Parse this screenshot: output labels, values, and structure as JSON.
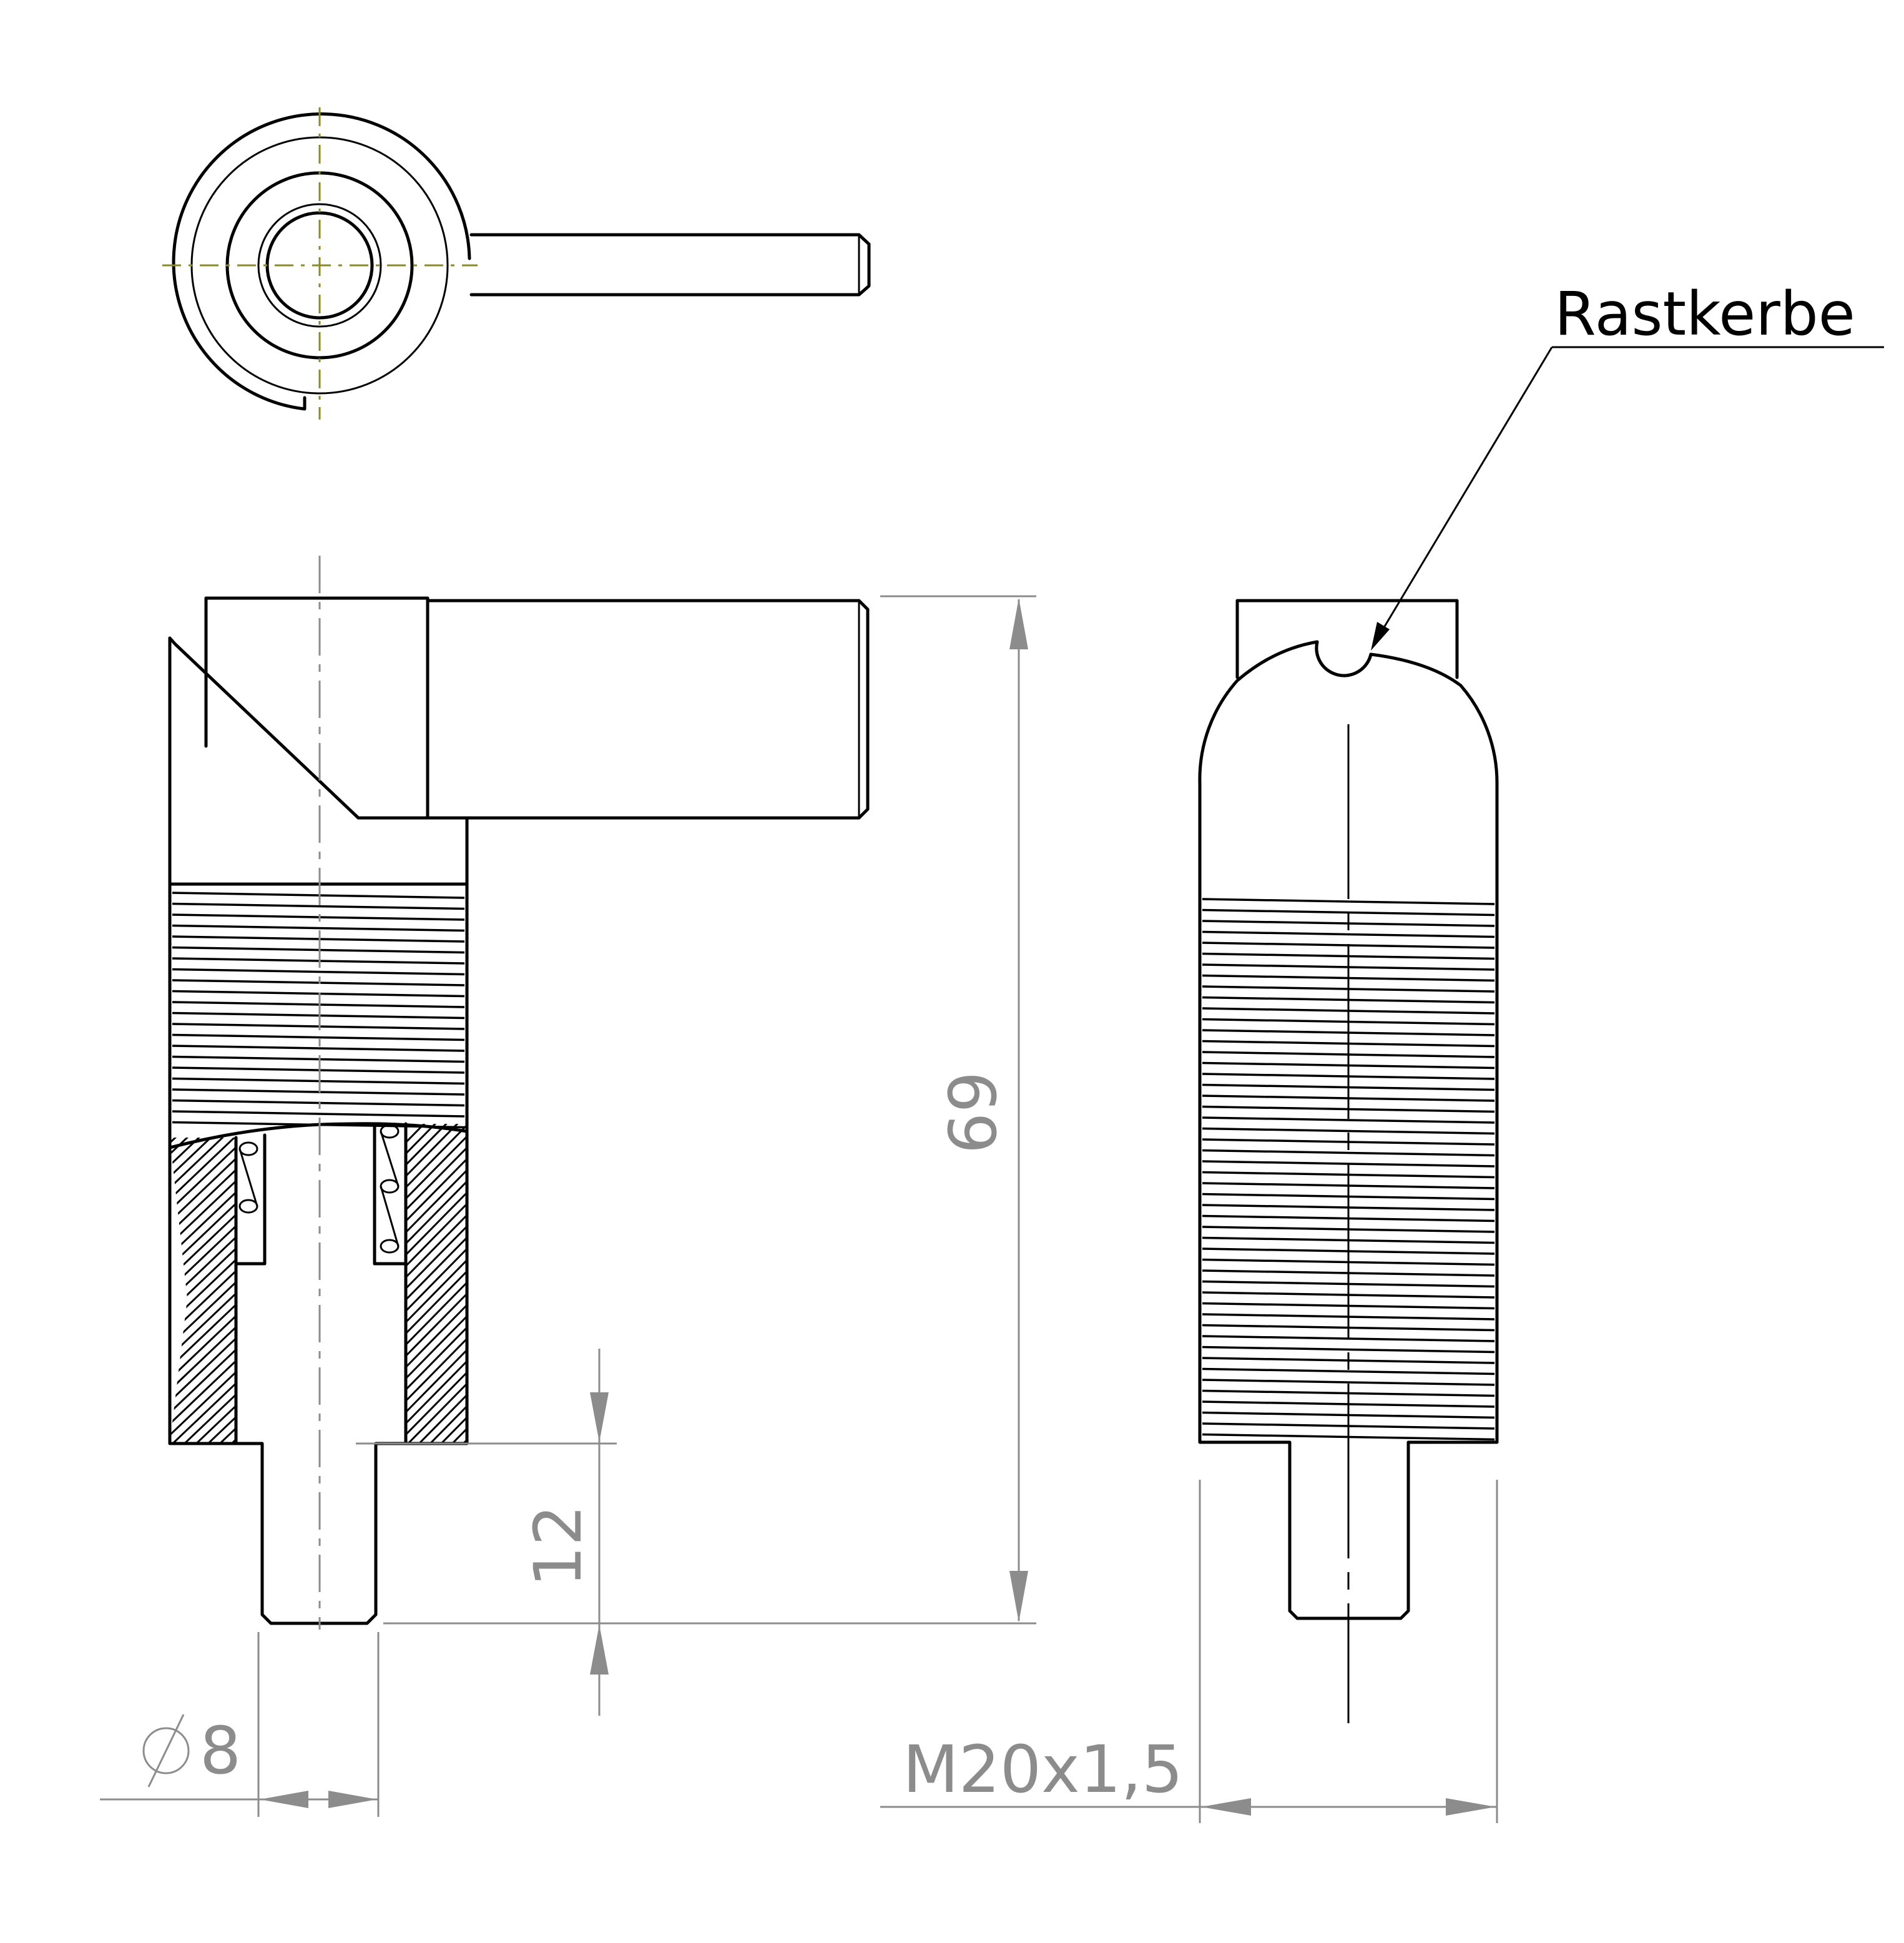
{
  "annotations": {
    "rastkerbe": "Rastkerbe"
  },
  "dimensions": {
    "overall_length": "69",
    "pin_length": "12",
    "pin_diameter_value": "8",
    "thread": "M20x1,5"
  },
  "colors": {
    "outline": "#000000",
    "dimension": "#8c8c8c",
    "centerline_top_view": "#8a8a2a"
  }
}
